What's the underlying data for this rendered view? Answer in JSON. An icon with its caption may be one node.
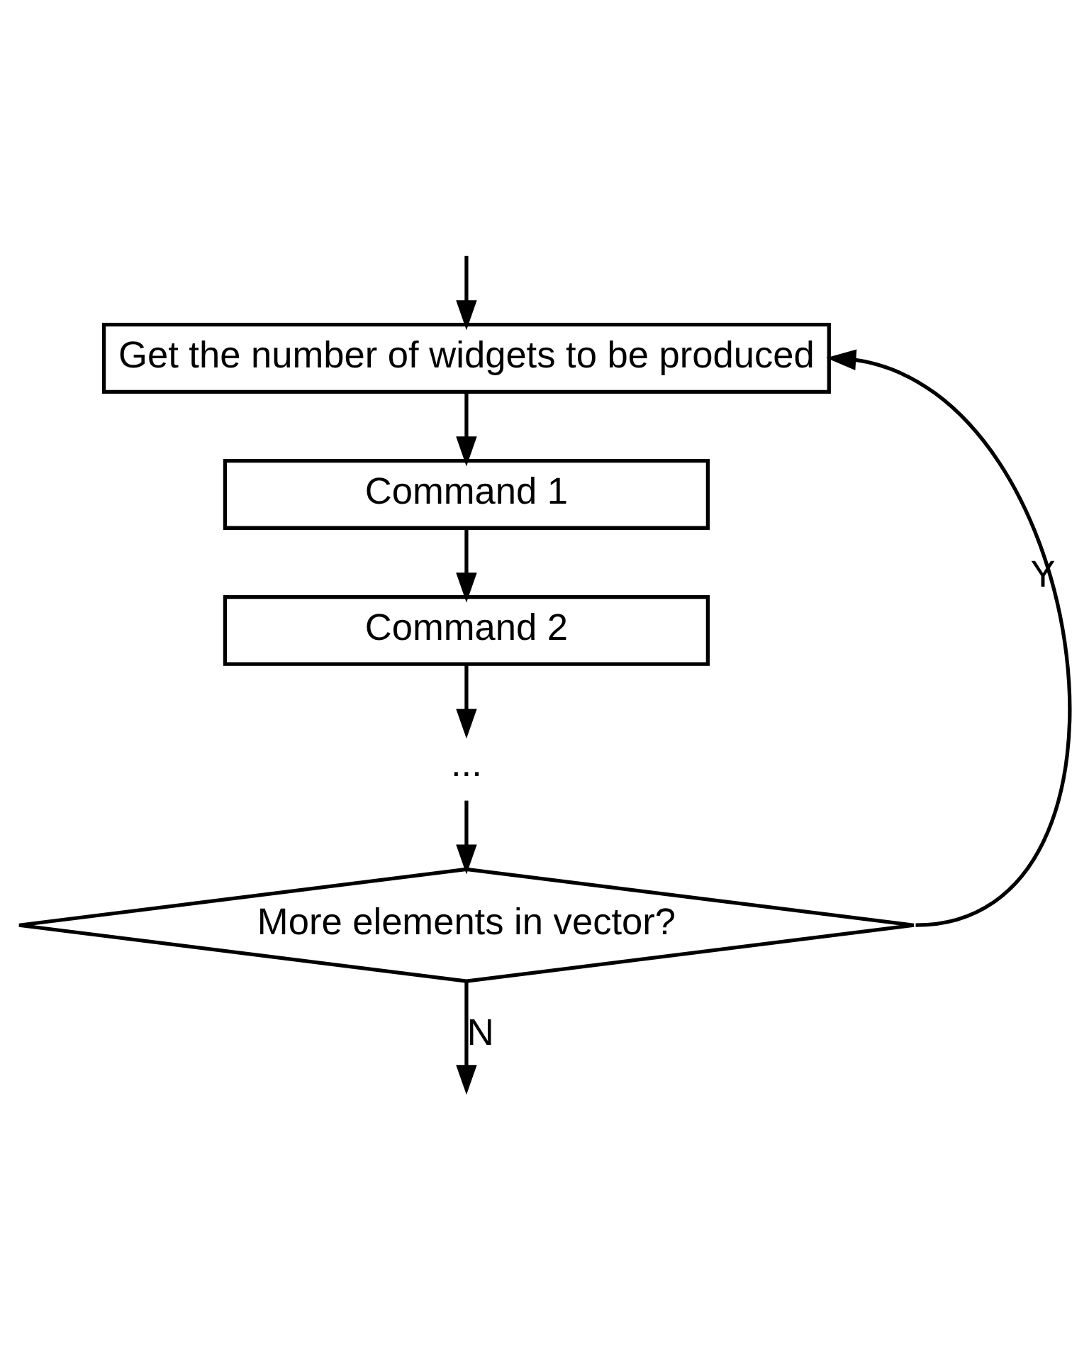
{
  "diagram": {
    "nodes": [
      {
        "text": [
          "Get the number of widgets to be produced"
        ]
      },
      {
        "text": [
          "Command 1"
        ]
      },
      {
        "text": [
          "Command 2"
        ]
      },
      {
        "text": [
          "..."
        ]
      },
      {
        "text": [
          "More elements in vector?"
        ]
      }
    ],
    "edges": [
      {
        "from": null,
        "to": 0,
        "arrow": "to"
      },
      {
        "from": 0,
        "to": 1,
        "arrow": "to"
      },
      {
        "from": 1,
        "to": 2,
        "arrow": "to"
      },
      {
        "from": 2,
        "to": 3,
        "arrow": "to"
      },
      {
        "from": 3,
        "to": 4,
        "arrow": "to"
      },
      {
        "from": 4,
        "to": 0,
        "arrow": "to",
        "label": "Y"
      },
      {
        "from": 4,
        "to": null,
        "arrow": "to",
        "label": "N"
      }
    ]
  }
}
